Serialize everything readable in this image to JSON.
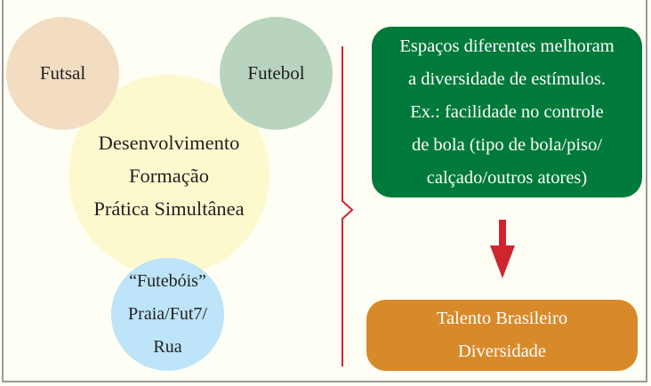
{
  "circles": {
    "futsal": "Futsal",
    "futebol": "Futebol",
    "center": [
      "Desenvolvimento",
      "Formação",
      "Prática Simultânea"
    ],
    "futebois": [
      "“Futebóis”",
      "Praia/Fut7/",
      "Rua"
    ]
  },
  "green_box": {
    "lines": [
      "Espaços diferentes melhoram",
      "a diversidade de estímulos.",
      "Ex.: facilidade no controle",
      "de bola (tipo de bola/piso/",
      "calçado/outros atores)"
    ]
  },
  "orange_box": {
    "lines": [
      "Talento Brasileiro",
      "Diversidade"
    ]
  },
  "colors": {
    "futsal": "#f2dcc2",
    "futebol": "#b8d4be",
    "center": "#fdf9cf",
    "futebois": "#bde4f8",
    "green": "#007a3a",
    "orange": "#d88a2b",
    "red": "#d0252f"
  }
}
